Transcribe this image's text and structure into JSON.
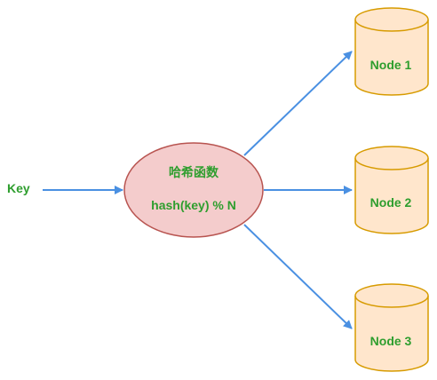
{
  "key_label": "Key",
  "hash": {
    "title": "哈希函数",
    "formula": "hash(key) % N"
  },
  "nodes": [
    {
      "label": "Node 1"
    },
    {
      "label": "Node 2"
    },
    {
      "label": "Node 3"
    }
  ],
  "colors": {
    "arrow": "#4a90e2",
    "text": "#2e9e2e",
    "ellipse_fill": "#f4cccc",
    "ellipse_stroke": "#b85450",
    "node_fill": "#ffe6cc",
    "node_stroke": "#d79b00"
  }
}
